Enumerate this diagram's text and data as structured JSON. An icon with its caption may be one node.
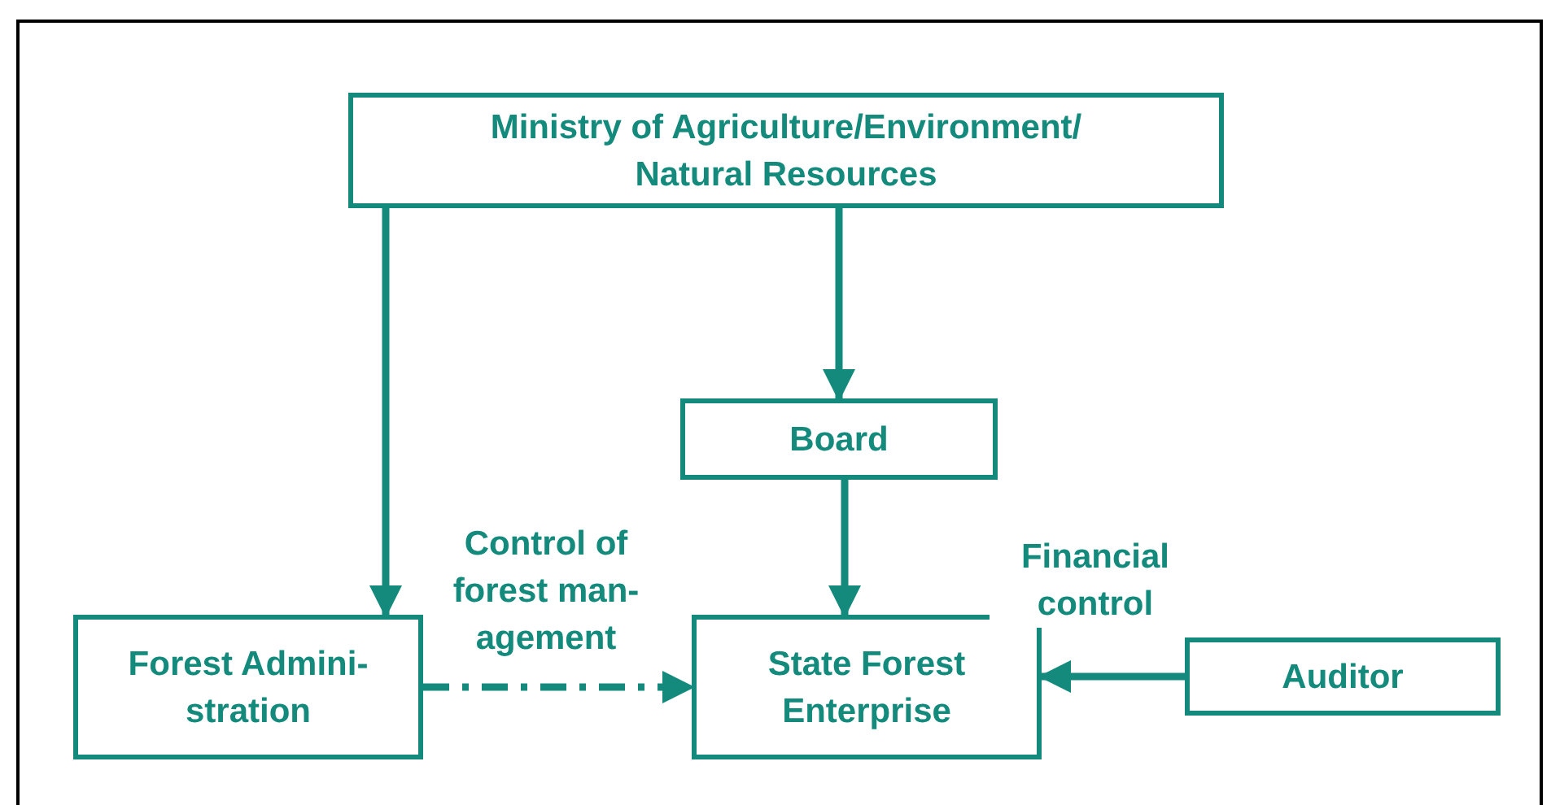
{
  "diagram": {
    "nodes": [
      {
        "text": [
          "Ministry of Agriculture/Environment/ Natural Resources"
        ]
      },
      {
        "text": [
          "Board"
        ]
      },
      {
        "text": [
          "Forest Admini- stration"
        ]
      },
      {
        "text": [
          "State Forest Enterprise"
        ]
      },
      {
        "text": [
          "Auditor"
        ]
      }
    ],
    "edges": [
      {
        "from": 0,
        "to": 2,
        "arrow": "to"
      },
      {
        "from": 0,
        "to": 1,
        "arrow": "to"
      },
      {
        "from": 1,
        "to": 3,
        "arrow": "to"
      },
      {
        "from": 2,
        "to": 3,
        "arrow": "to",
        "style": "dashed",
        "label": "Control of forest man- agement"
      },
      {
        "from": 4,
        "to": 3,
        "arrow": "to",
        "label": "Financial control"
      }
    ]
  }
}
